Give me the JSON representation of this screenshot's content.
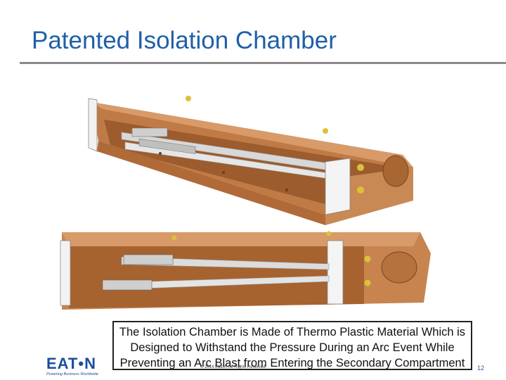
{
  "slide": {
    "title": "Patented Isolation Chamber",
    "caption": {
      "line1": "The Isolation Chamber is Made of Thermo Plastic Material Which is",
      "line2": "Designed to Withstand the Pressure During an Arc Event While",
      "line3": "Preventing an Arc Blast from Entering the Secondary Compartment"
    },
    "copyright": "© 2014 Eaton. All Rights Reserved.",
    "page_number": "12"
  },
  "logo": {
    "wordmark": "EAT•N",
    "tagline": "Powering Business Worldwide"
  },
  "colors": {
    "title": "#1f5fa8",
    "rule": "#8a8a8a",
    "chamber": "#c8844e",
    "logo": "#1b4f9c"
  }
}
